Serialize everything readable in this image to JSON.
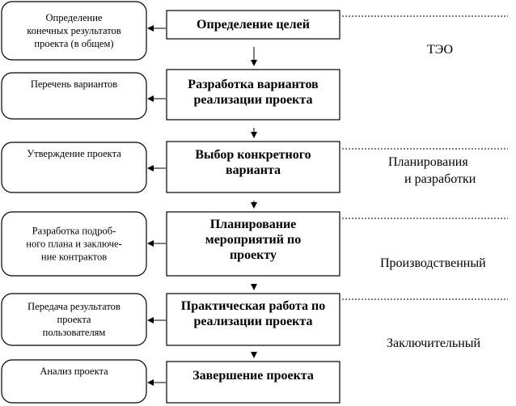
{
  "steps": [
    {
      "lines": [
        "Определение целей"
      ]
    },
    {
      "lines": [
        "Разработка вариантов",
        "реализации проекта"
      ]
    },
    {
      "lines": [
        "Выбор конкретного",
        "варианта"
      ]
    },
    {
      "lines": [
        "Планирование",
        "мероприятий по",
        "проекту"
      ]
    },
    {
      "lines": [
        "Практическая работа по",
        "реализации проекта"
      ]
    },
    {
      "lines": [
        "Завершение проекта"
      ]
    }
  ],
  "notes": [
    {
      "lines": [
        "Определение",
        "конечных результатов",
        "проекта (в общем)"
      ]
    },
    {
      "lines": [
        "Перечень вариантов"
      ]
    },
    {
      "lines": [
        "Утверждение проекта"
      ]
    },
    {
      "lines": [
        "Разработка подроб-",
        "ного плана и заключе-",
        "ние контрактов"
      ]
    },
    {
      "lines": [
        "Передача результатов",
        "проекта",
        "пользователям"
      ]
    },
    {
      "lines": [
        "Анализ проекта"
      ]
    }
  ],
  "phases": [
    {
      "lines": [
        "ТЭО"
      ]
    },
    {
      "lines": [
        "Планирования",
        "и разработки"
      ]
    },
    {
      "lines": [
        "Производственный"
      ]
    },
    {
      "lines": [
        "Заключительный"
      ]
    }
  ]
}
